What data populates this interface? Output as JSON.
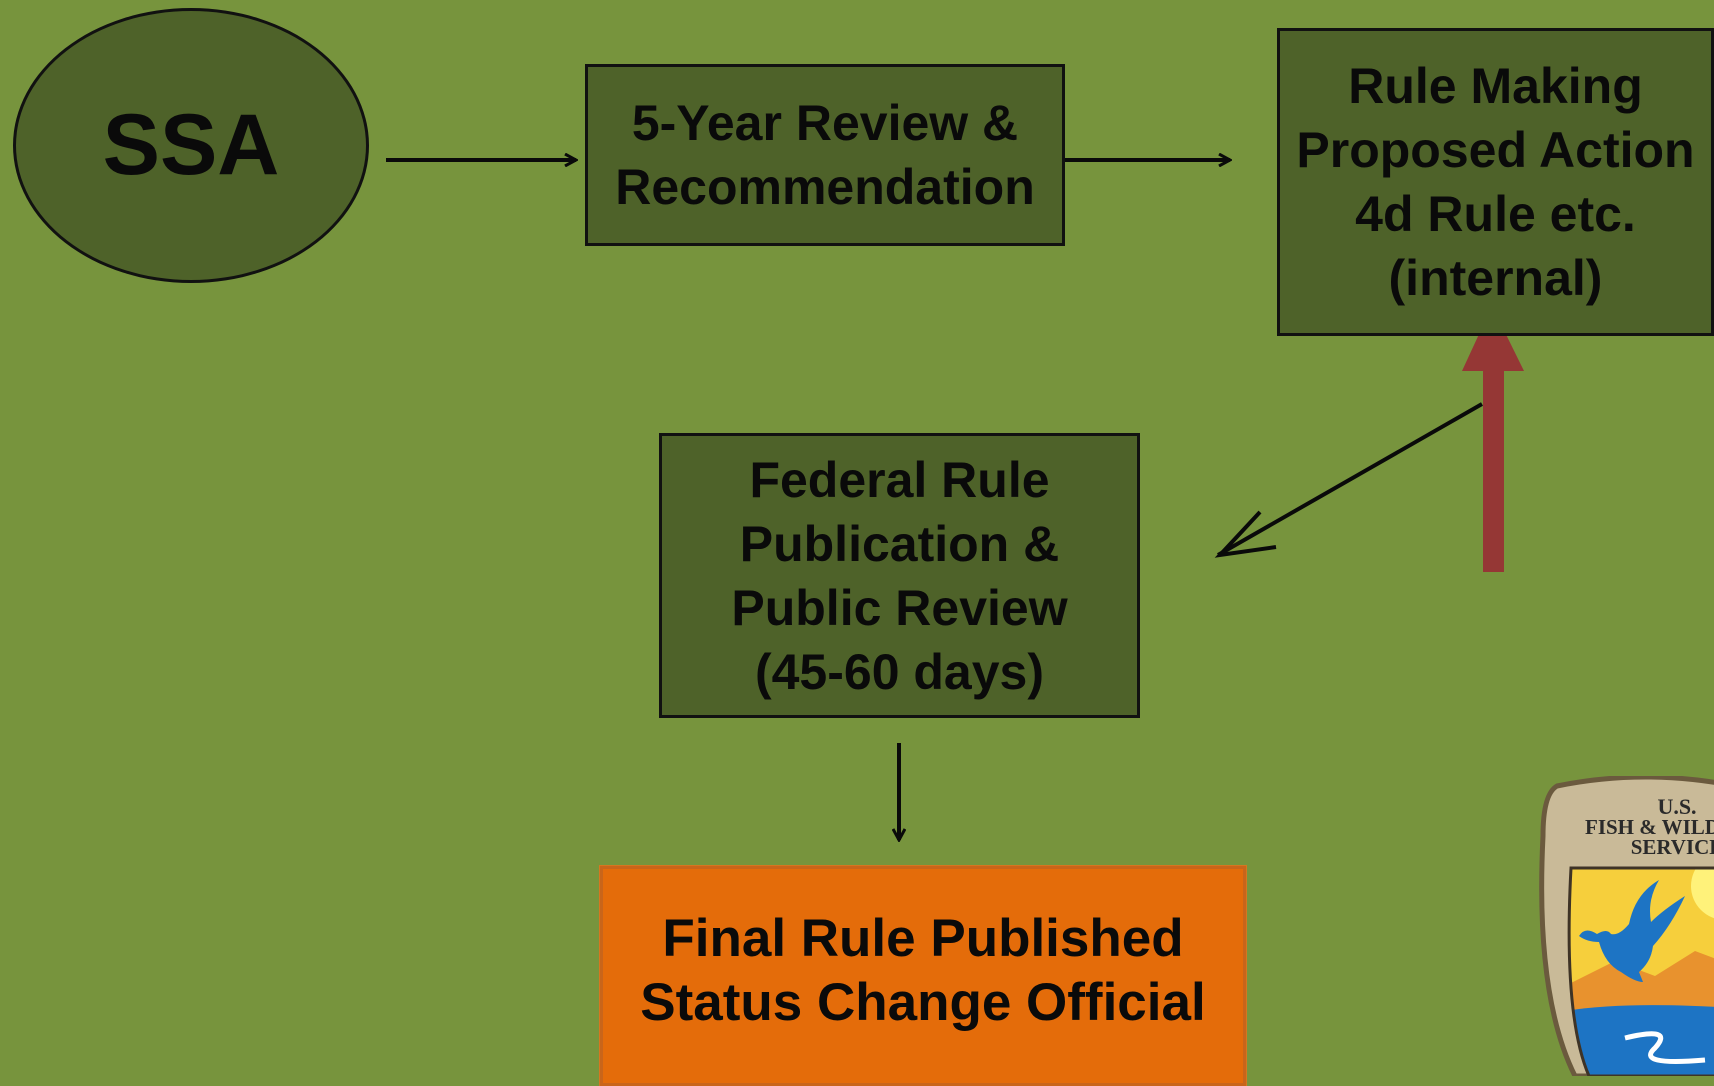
{
  "nodes": {
    "ssa": "SSA",
    "review": [
      "5-Year Review &",
      "Recommendation"
    ],
    "rule_making": [
      "Rule Making",
      "Proposed Action",
      "4d Rule etc.",
      "(internal)"
    ],
    "federal": [
      "Federal Rule",
      "Publication &",
      "Public Review",
      "(45-60 days)"
    ],
    "final": [
      "Final Rule Published",
      "Status Change Official"
    ]
  },
  "logo": {
    "text_lines": [
      "U.S.",
      "FISH & WILDLIFE",
      "SERVICE"
    ],
    "icon": "fish-wildlife-shield-icon"
  },
  "colors": {
    "background": "#77943d",
    "box_fill": "#4e6229",
    "final_fill": "#e46c0a",
    "red_arrow": "#953735"
  }
}
